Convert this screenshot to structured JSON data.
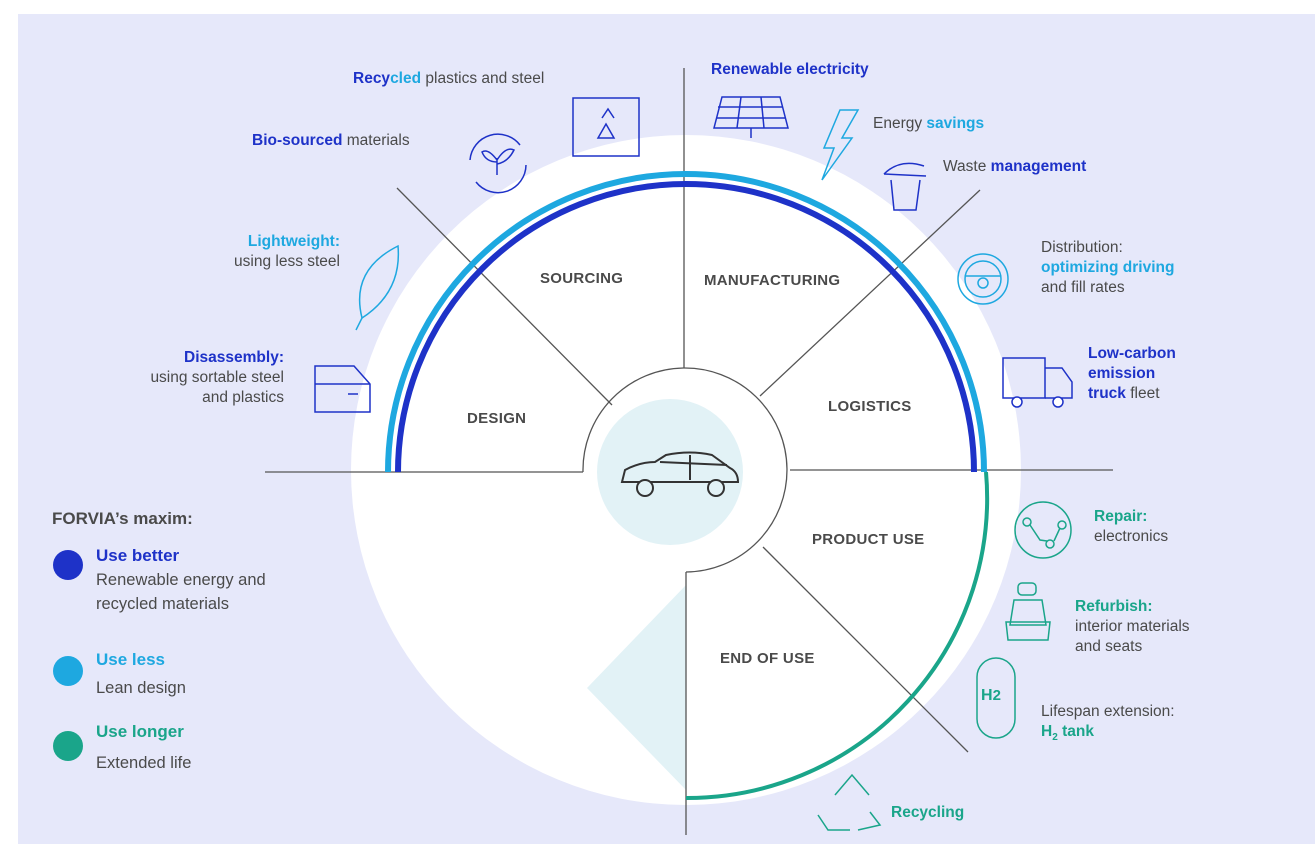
{
  "segments": {
    "sourcing": "SOURCING",
    "manufacturing": "MANUFACTURING",
    "design": "DESIGN",
    "logistics": "LOGISTICS",
    "product_use": "PRODUCT USE",
    "end_of_use": "END OF USE"
  },
  "callouts": {
    "recycled": {
      "hl1": "Recy",
      "hl2": "cled",
      "rest": " plastics and steel"
    },
    "bio": {
      "hl": "Bio-sourced",
      "rest": " materials"
    },
    "lightweight": {
      "hl": "Lightweight:",
      "rest": "using less steel"
    },
    "disassembly": {
      "hl": "Disassembly:",
      "line2": "using sortable steel",
      "line3": "and plastics"
    },
    "renewable": {
      "hl": "Renewable electricity"
    },
    "energy": {
      "pre": "Energy ",
      "hl": "savings"
    },
    "waste": {
      "pre": "Waste ",
      "hl": "management"
    },
    "distribution": {
      "pre": "Distribution:",
      "hl": "optimizing driving",
      "rest": "and fill rates"
    },
    "truck": {
      "hl1": "Low-carbon",
      "hl2": "emission",
      "hl3": "truck",
      "rest": " fleet"
    },
    "repair": {
      "hl": "Repair:",
      "rest": "electronics"
    },
    "refurbish": {
      "hl": "Refurbish:",
      "line2": "interior materials",
      "line3": "and seats"
    },
    "lifespan": {
      "pre": "Lifespan extension:",
      "hl_a": "H",
      "hl_sub": "2",
      "hl_b": " tank",
      "icon_text": "H",
      "icon_sub": "2"
    },
    "recycling": {
      "hl": "Recycling"
    }
  },
  "legend": {
    "title": "FORVIA’s maxim:",
    "items": [
      {
        "title": "Use better",
        "desc1": "Renewable energy and",
        "desc2": "recycled materials",
        "color": "#1e32c8"
      },
      {
        "title": "Use less",
        "desc1": "Lean design",
        "color": "#1ea8e0"
      },
      {
        "title": "Use longer",
        "desc1": "Extended life",
        "color": "#1aa58a"
      }
    ]
  },
  "colors": {
    "background": "#e6e8fa",
    "dark_blue": "#1e32c8",
    "light_blue": "#1ea8e0",
    "green": "#1aa58a",
    "center_circle": "#e2f2f6"
  }
}
